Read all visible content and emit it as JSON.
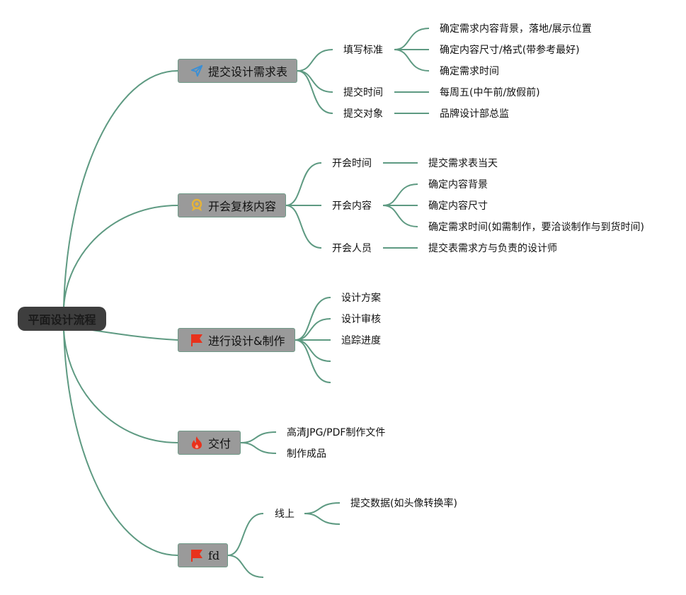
{
  "root": {
    "label": "平面设计流程"
  },
  "branches": [
    {
      "label": "提交设计需求表",
      "icon": "paper-plane-icon",
      "icon_color": "#3a8fd6",
      "children": [
        {
          "label": "填写标准",
          "children": [
            "确定需求内容背景，落地/展示位置",
            "确定内容尺寸/格式(带参考最好)",
            "确定需求时间"
          ]
        },
        {
          "label": "提交时间",
          "children": [
            "每周五(中午前/放假前)"
          ]
        },
        {
          "label": "提交对象",
          "children": [
            "品牌设计部总监"
          ]
        }
      ]
    },
    {
      "label": "开会复核内容",
      "icon": "award-ribbon-icon",
      "icon_color": "#e5b33a",
      "children": [
        {
          "label": "开会时间",
          "children": [
            "提交需求表当天"
          ]
        },
        {
          "label": "开会内容",
          "children": [
            "确定内容背景",
            "确定内容尺寸",
            "确定需求时间(如需制作，要洽谈制作与到货时间)"
          ]
        },
        {
          "label": "开会人员",
          "children": [
            "提交表需求方与负责的设计师"
          ]
        }
      ]
    },
    {
      "label": "进行设计&制作",
      "icon": "red-flag-icon",
      "icon_color": "#e8321c",
      "children": [
        {
          "label": "设计方案"
        },
        {
          "label": "设计审核"
        },
        {
          "label": "追踪进度"
        },
        {
          "label": ""
        },
        {
          "label": ""
        }
      ]
    },
    {
      "label": "交付",
      "icon": "fire-icon",
      "icon_color": "#e8321c",
      "children": [
        {
          "label": "高清JPG/PDF制作文件"
        },
        {
          "label": "制作成品"
        }
      ]
    },
    {
      "label": "fd",
      "icon": "red-flag-icon",
      "icon_color": "#e8321c",
      "children": [
        {
          "label": "线上",
          "children": [
            "提交数据(如头像转换率)",
            ""
          ]
        },
        {
          "label": ""
        }
      ]
    }
  ],
  "colors": {
    "edge": "#5e9a82",
    "branch_fill": "#9a9a9a",
    "root_fill": "#3e3e3e"
  }
}
